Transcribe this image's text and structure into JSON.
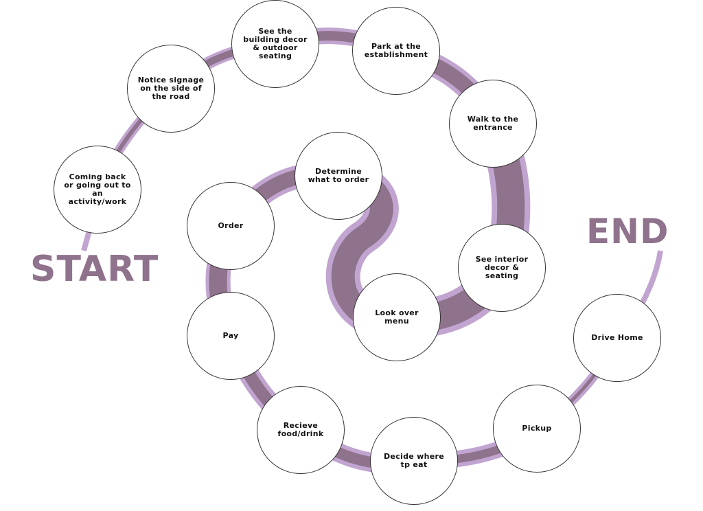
{
  "title_start": "START",
  "title_end": "END",
  "colors": {
    "path_outer": "#c1a5d0",
    "path_inner": "#8f728c",
    "label": "#8f728c"
  },
  "nodes": [
    {
      "id": 1,
      "label": "Coming back or going out to an activity/work"
    },
    {
      "id": 2,
      "label": "Notice signage on the side of the road"
    },
    {
      "id": 3,
      "label": "See the building decor & outdoor seating"
    },
    {
      "id": 4,
      "label": "Park at the establishment"
    },
    {
      "id": 5,
      "label": "Walk to the entrance"
    },
    {
      "id": 6,
      "label": "See interior decor & seating"
    },
    {
      "id": 7,
      "label": "Look over menu"
    },
    {
      "id": 8,
      "label": "Determine what to order"
    },
    {
      "id": 9,
      "label": "Order"
    },
    {
      "id": 10,
      "label": "Pay"
    },
    {
      "id": 11,
      "label": "Recieve food/drink"
    },
    {
      "id": 12,
      "label": "Decide where tp eat"
    },
    {
      "id": 13,
      "label": "Pickup"
    },
    {
      "id": 14,
      "label": "Drive Home"
    }
  ]
}
